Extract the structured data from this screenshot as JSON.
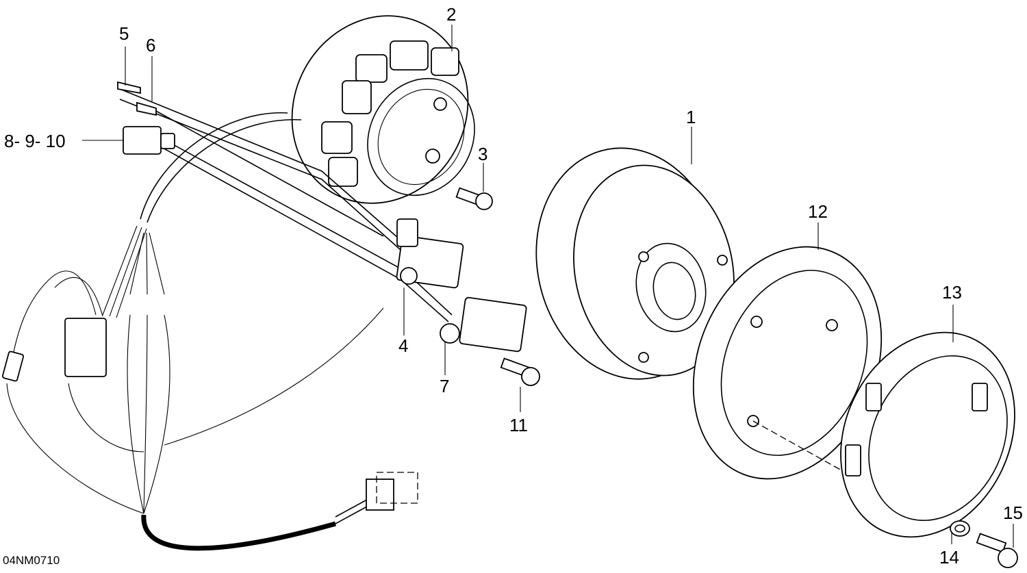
{
  "diagram": {
    "drawing_code": "04NM0710",
    "callouts": {
      "c1": "1",
      "c2": "2",
      "c3": "3",
      "c4": "4",
      "c5": "5",
      "c6": "6",
      "c7": "7",
      "c8_9_10": "8- 9- 10",
      "c11": "11",
      "c12": "12",
      "c13": "13",
      "c14": "14",
      "c15": "15"
    }
  }
}
